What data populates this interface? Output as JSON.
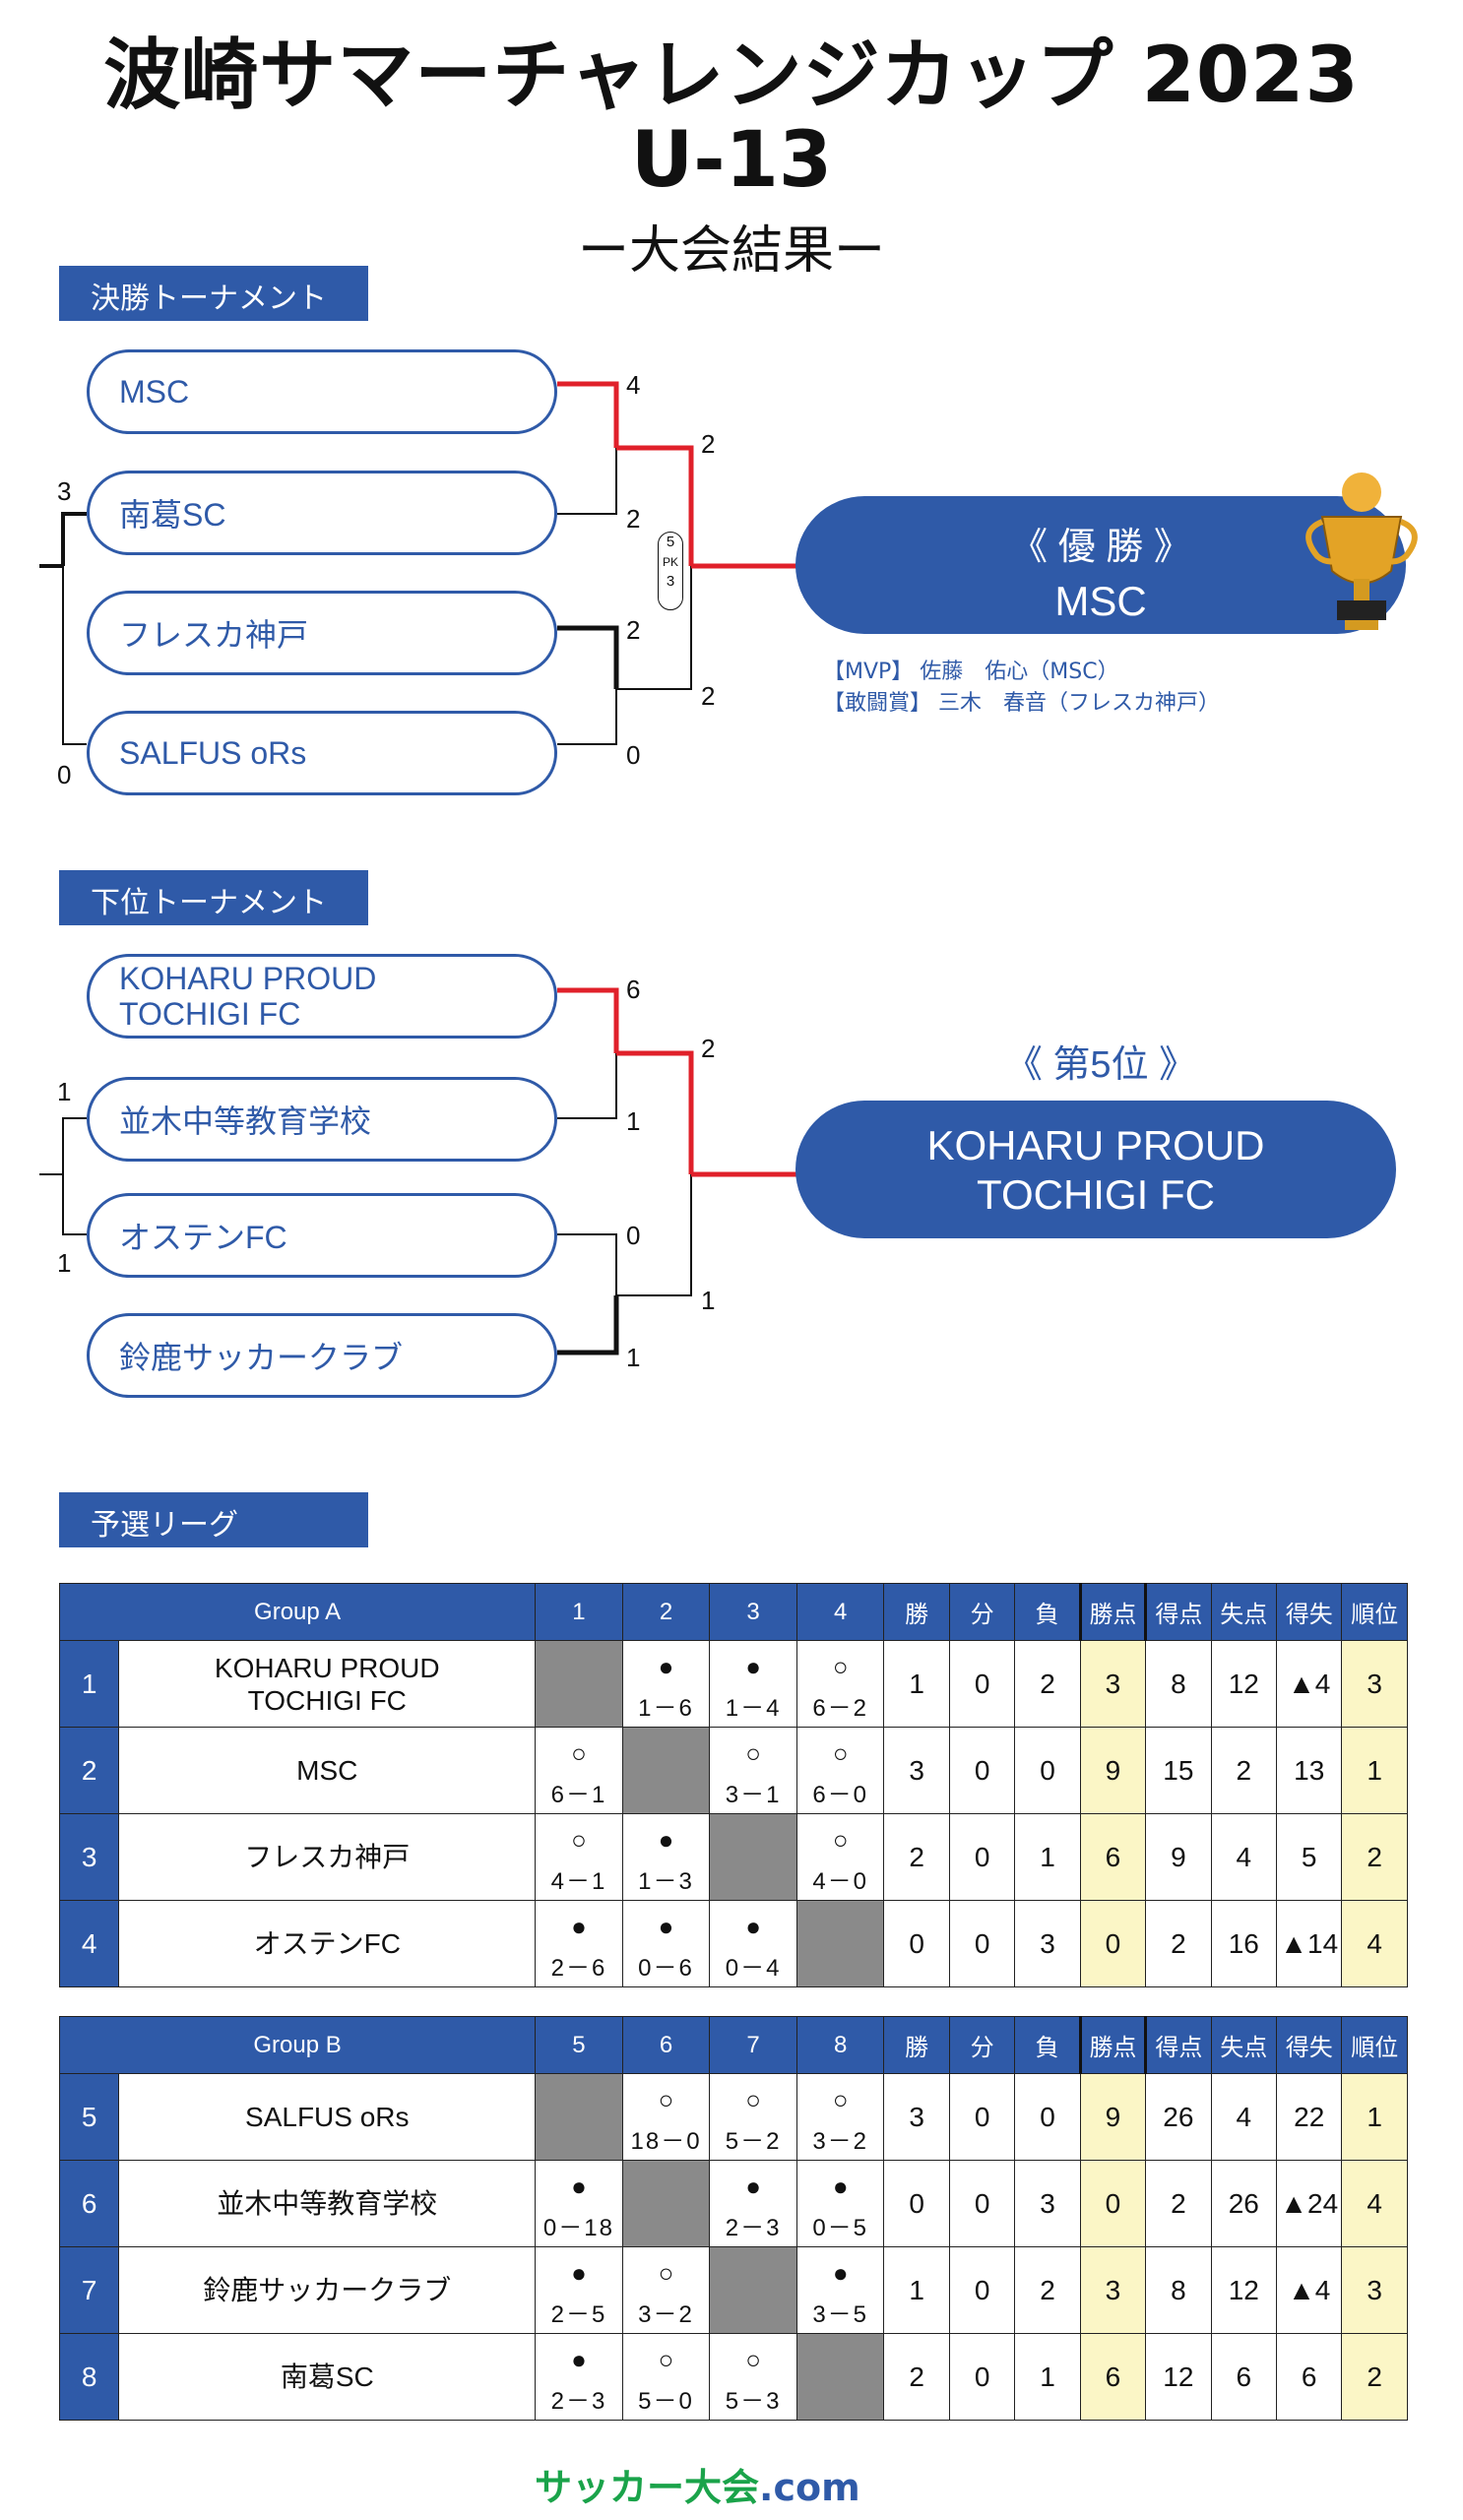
{
  "header": {
    "title_line1": "波崎サマーチャレンジカップ 2023",
    "title_line2": "U-13",
    "subtitle": "ー大会結果ー"
  },
  "final_tournament": {
    "label": "決勝トーナメント",
    "teams": [
      "MSC",
      "南葛SC",
      "フレスカ神戸",
      "SALFUS oRs"
    ],
    "scores": {
      "m1_top": "4",
      "m1_bottom": "2",
      "m2_top": "2",
      "m2_bottom": "0",
      "final_top": "2",
      "final_bottom": "2",
      "pk_top": "5",
      "pk_label": "PK",
      "pk_bottom": "3",
      "left_top": "3",
      "left_bottom": "0"
    },
    "result_title": "《 優 勝 》",
    "result_team": "MSC",
    "mvp": "【MVP】 佐藤　佑心（MSC）",
    "fighting_spirit": "【敢闘賞】 三木　春音（フレスカ神戸）"
  },
  "lower_tournament": {
    "label": "下位トーナメント",
    "teams": [
      [
        "KOHARU PROUD",
        "TOCHIGI FC"
      ],
      "並木中等教育学校",
      "オステンFC",
      "鈴鹿サッカークラブ"
    ],
    "scores": {
      "m1_top": "6",
      "m1_bottom": "1",
      "m2_top": "0",
      "m2_bottom": "1",
      "final_top": "2",
      "final_bottom": "1",
      "left_top": "1",
      "left_bottom": "1"
    },
    "result_title": "《 第5位 》",
    "result_team_line1": "KOHARU PROUD",
    "result_team_line2": "TOCHIGI FC"
  },
  "league": {
    "label": "予選リーグ",
    "stat_headers": [
      "勝",
      "分",
      "負",
      "勝点",
      "得点",
      "失点",
      "得失",
      "順位"
    ],
    "group_a": {
      "name": "Group A",
      "cols": [
        "1",
        "2",
        "3",
        "4"
      ],
      "rows": [
        {
          "no": "1",
          "team": [
            "KOHARU PROUD",
            "TOCHIGI FC"
          ],
          "matches": [
            null,
            [
              "●",
              "1－6"
            ],
            [
              "●",
              "1－4"
            ],
            [
              "○",
              "6－2"
            ]
          ],
          "stats": [
            "1",
            "0",
            "2",
            "3",
            "8",
            "12",
            "▲4",
            "3"
          ]
        },
        {
          "no": "2",
          "team": [
            "MSC"
          ],
          "matches": [
            [
              "○",
              "6－1"
            ],
            null,
            [
              "○",
              "3－1"
            ],
            [
              "○",
              "6－0"
            ]
          ],
          "stats": [
            "3",
            "0",
            "0",
            "9",
            "15",
            "2",
            "13",
            "1"
          ]
        },
        {
          "no": "3",
          "team": [
            "フレスカ神戸"
          ],
          "matches": [
            [
              "○",
              "4－1"
            ],
            [
              "●",
              "1－3"
            ],
            null,
            [
              "○",
              "4－0"
            ]
          ],
          "stats": [
            "2",
            "0",
            "1",
            "6",
            "9",
            "4",
            "5",
            "2"
          ]
        },
        {
          "no": "4",
          "team": [
            "オステンFC"
          ],
          "matches": [
            [
              "●",
              "2－6"
            ],
            [
              "●",
              "0－6"
            ],
            [
              "●",
              "0－4"
            ],
            null
          ],
          "stats": [
            "0",
            "0",
            "3",
            "0",
            "2",
            "16",
            "▲14",
            "4"
          ]
        }
      ]
    },
    "group_b": {
      "name": "Group B",
      "cols": [
        "5",
        "6",
        "7",
        "8"
      ],
      "rows": [
        {
          "no": "5",
          "team": [
            "SALFUS oRs"
          ],
          "matches": [
            null,
            [
              "○",
              "18－0"
            ],
            [
              "○",
              "5－2"
            ],
            [
              "○",
              "3－2"
            ]
          ],
          "stats": [
            "3",
            "0",
            "0",
            "9",
            "26",
            "4",
            "22",
            "1"
          ]
        },
        {
          "no": "6",
          "team": [
            "並木中等教育学校"
          ],
          "matches": [
            [
              "●",
              "0－18"
            ],
            null,
            [
              "●",
              "2－3"
            ],
            [
              "●",
              "0－5"
            ]
          ],
          "stats": [
            "0",
            "0",
            "3",
            "0",
            "2",
            "26",
            "▲24",
            "4"
          ]
        },
        {
          "no": "7",
          "team": [
            "鈴鹿サッカークラブ"
          ],
          "matches": [
            [
              "●",
              "2－5"
            ],
            [
              "○",
              "3－2"
            ],
            null,
            [
              "●",
              "3－5"
            ]
          ],
          "stats": [
            "1",
            "0",
            "2",
            "3",
            "8",
            "12",
            "▲4",
            "3"
          ]
        },
        {
          "no": "8",
          "team": [
            "南葛SC"
          ],
          "matches": [
            [
              "●",
              "2－3"
            ],
            [
              "○",
              "5－0"
            ],
            [
              "○",
              "5－3"
            ],
            null
          ],
          "stats": [
            "2",
            "0",
            "1",
            "6",
            "12",
            "6",
            "6",
            "2"
          ]
        }
      ]
    }
  },
  "footer": {
    "logo_main": "サッカー大会",
    "logo_dot": ".com"
  },
  "colors": {
    "accent": "#2f5aa8",
    "winner_line": "#e0202a",
    "points_bg": "#fbf6c6",
    "grey_cell": "#8a8a8a"
  },
  "icons": {
    "trophy": "trophy-icon"
  }
}
